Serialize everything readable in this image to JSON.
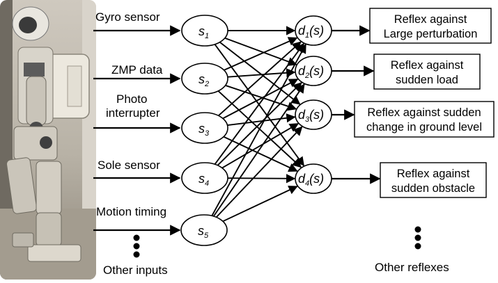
{
  "inputs": [
    {
      "label_lines": [
        "Gyro sensor"
      ]
    },
    {
      "label_lines": [
        "ZMP data"
      ]
    },
    {
      "label_lines": [
        "Photo",
        "interrupter"
      ]
    },
    {
      "label_lines": [
        "Sole sensor"
      ]
    },
    {
      "label_lines": [
        "Motion timing"
      ]
    }
  ],
  "other_inputs_label": "Other inputs",
  "sensor_nodes": [
    {
      "base": "s",
      "sub": "1"
    },
    {
      "base": "s",
      "sub": "2"
    },
    {
      "base": "s",
      "sub": "3"
    },
    {
      "base": "s",
      "sub": "4"
    },
    {
      "base": "s",
      "sub": "5"
    }
  ],
  "decision_nodes": [
    {
      "base": "d",
      "sub": "1",
      "suffix": "(s)"
    },
    {
      "base": "d",
      "sub": "2",
      "suffix": "(s)"
    },
    {
      "base": "d",
      "sub": "3",
      "suffix": "(s)"
    },
    {
      "base": "d",
      "sub": "4",
      "suffix": "(s)"
    }
  ],
  "reflexes": [
    {
      "lines": [
        "Reflex against",
        "Large perturbation"
      ]
    },
    {
      "lines": [
        "Reflex against",
        "sudden load"
      ]
    },
    {
      "lines": [
        "Reflex against sudden",
        "change in ground level"
      ]
    },
    {
      "lines": [
        "Reflex against",
        "sudden obstacle"
      ]
    }
  ],
  "other_reflexes_label": "Other reflexes",
  "icons": {
    "photo": "robot-photo",
    "ellipsis": "vertical-ellipsis-icon"
  }
}
